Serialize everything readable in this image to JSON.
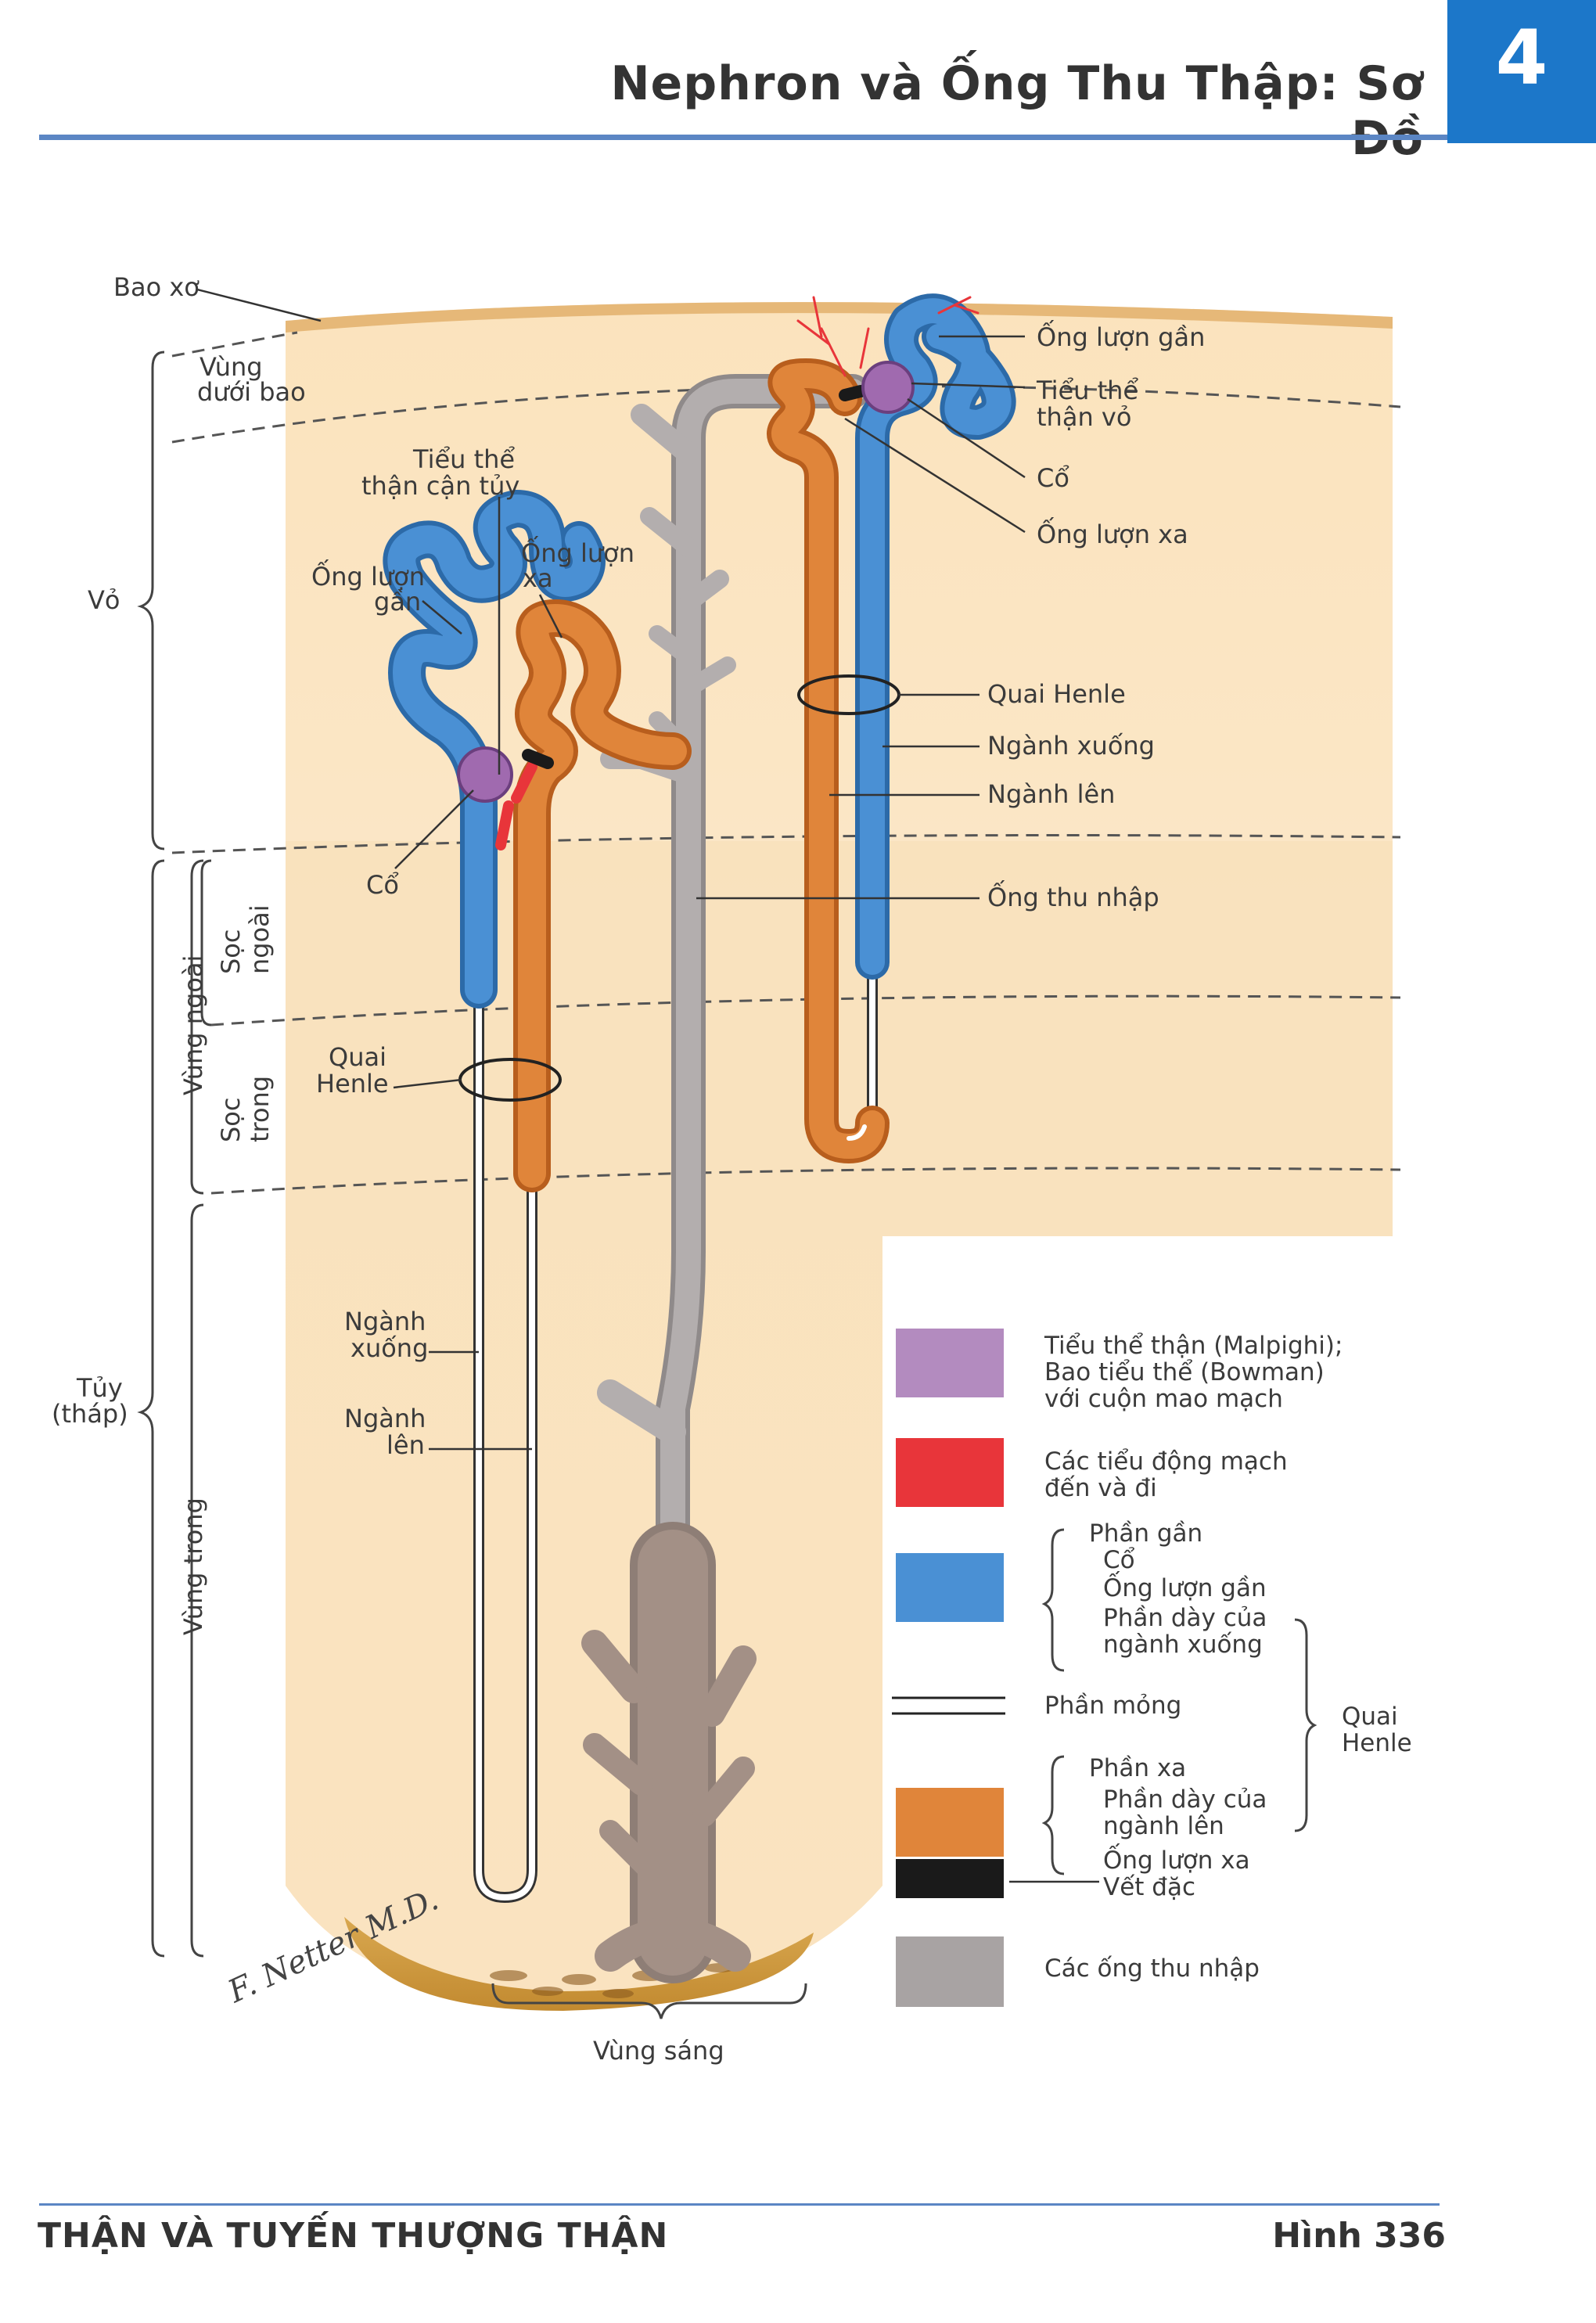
{
  "header": {
    "title": "Nephron và Ống Thu Thập: Sơ Đồ",
    "tab_number": "4"
  },
  "footer": {
    "left": "THẬN VÀ TUYẾN THƯỢNG THẬN",
    "right": "Hình 336"
  },
  "zones": {
    "bao_xo": "Bao xơ",
    "vung_duoi_bao_1": "Vùng",
    "vung_duoi_bao_2": "dưới bao",
    "vo": "Vỏ",
    "tuy_1": "Tủy",
    "tuy_2": "(tháp)",
    "vung_ngoai": "Vùng ngoài",
    "soc_ngoai_1": "Sọc",
    "soc_ngoai_2": "ngoài",
    "soc_trong_1": "Sọc",
    "soc_trong_2": "trong",
    "vung_trong": "Vùng trong",
    "vung_sang": "Vùng sáng"
  },
  "juxtamedullary": {
    "tieu_the_1": "Tiểu thể",
    "tieu_the_2": "thận cận tủy",
    "ong_luon_gan_1": "Ống lượn",
    "ong_luon_gan_2": "gần",
    "ong_luon_xa_1": "Ống lượn",
    "ong_luon_xa_2": "xa",
    "co": "Cổ",
    "quai_henle_1": "Quai",
    "quai_henle_2": "Henle",
    "nganh_xuong_1": "Ngành",
    "nganh_xuong_2": "xuống",
    "nganh_len_1": "Ngành",
    "nganh_len_2": "lên"
  },
  "cortical": {
    "ong_luon_gan": "Ống lượn gần",
    "tieu_the_1": "Tiểu thể",
    "tieu_the_2": "thận vỏ",
    "co": "Cổ",
    "ong_luon_xa": "Ống lượn xa",
    "quai_henle": "Quai Henle",
    "nganh_xuong": "Ngành xuống",
    "nganh_len": "Ngành lên",
    "ong_thu_nhap": "Ống thu nhập"
  },
  "legend": {
    "malpighi_1": "Tiểu thể thận (Malpighi);",
    "malpighi_2": "Bao tiểu thể (Bowman)",
    "malpighi_3": "với cuộn mao mạch",
    "arteriole_1": "Các tiểu động mạch",
    "arteriole_2": "đến và đi",
    "proximal_head": "Phần gần",
    "proximal_a": "Cổ",
    "proximal_b": "Ống lượn gần",
    "proximal_c1": "Phần dày của",
    "proximal_c2": "ngành xuống",
    "thin": "Phần mỏng",
    "henle_1": "Quai",
    "henle_2": "Henle",
    "distal_head": "Phần xa",
    "distal_a1": "Phần dày của",
    "distal_a2": "ngành lên",
    "distal_b": "Ống lượn xa",
    "macula": "Vết đặc",
    "collecting": "Các ống thu nhập"
  },
  "colors": {
    "corpuscle": "#b38bbf",
    "arteriole": "#e8353a",
    "proximal": "#4a90d4",
    "distal": "#e0853a",
    "macula": "#1a1a1a",
    "collecting": "#a8a3a3",
    "cortex_bg": "#fbe6c4",
    "medulla_bg": "#f9e4c0"
  },
  "signature": "F. Netter M.D."
}
